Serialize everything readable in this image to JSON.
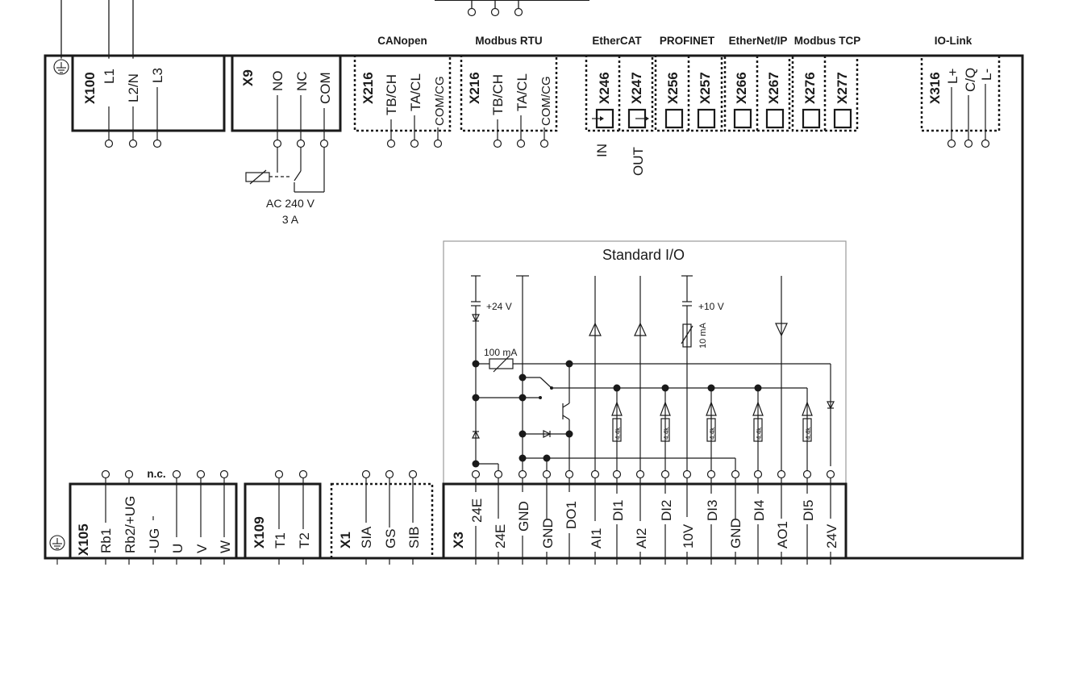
{
  "bus_headers": {
    "canopen": "CANopen",
    "modbus_rtu": "Modbus RTU",
    "ethercat": "EtherCAT",
    "profinet": "PROFINET",
    "ethernet_ip": "EtherNet/IP",
    "modbus_tcp": "Modbus TCP",
    "io_link": "IO-Link"
  },
  "top": {
    "x100": {
      "id": "X100",
      "pins": [
        "L1",
        "L2/N",
        "L3"
      ]
    },
    "x9": {
      "id": "X9",
      "pins": [
        "NO",
        "NC",
        "COM"
      ],
      "rating_voltage": "AC 240 V",
      "rating_current": "3 A"
    },
    "x216a": {
      "id": "X216",
      "pins": [
        "TB/CH",
        "TA/CL",
        "COM/CG"
      ]
    },
    "x216b": {
      "id": "X216",
      "pins": [
        "TB/CH",
        "TA/CL",
        "COM/CG"
      ]
    },
    "ports": [
      "X246",
      "X247",
      "X256",
      "X257",
      "X266",
      "X267",
      "X276",
      "X277"
    ],
    "ethercat_in": "IN",
    "ethercat_out": "OUT",
    "x316": {
      "id": "X316",
      "pins": [
        "L+",
        "C/Q",
        "L-"
      ]
    }
  },
  "standard_io": {
    "title": "Standard I/O",
    "v24": "+24 V",
    "v10": "+10 V",
    "i100": "100 mA",
    "i10": "10 mA",
    "r44": "4.4k"
  },
  "bottom": {
    "nc": "n.c.",
    "x105": {
      "id": "X105",
      "pins": [
        "Rb1",
        "Rb2/+UG",
        "-UG",
        "U",
        "V",
        "W"
      ]
    },
    "x109": {
      "id": "X109",
      "pins": [
        "T1",
        "T2"
      ]
    },
    "x1": {
      "id": "X1",
      "pins": [
        "SIA",
        "GS",
        "SIB"
      ]
    },
    "x3": {
      "id": "X3",
      "pins": [
        "24E",
        "24E",
        "GND",
        "GND",
        "DO1",
        "AI1",
        "DI1",
        "AI2",
        "DI2",
        "10V",
        "DI3",
        "GND",
        "DI4",
        "AO1",
        "DI5",
        "24V"
      ]
    }
  }
}
